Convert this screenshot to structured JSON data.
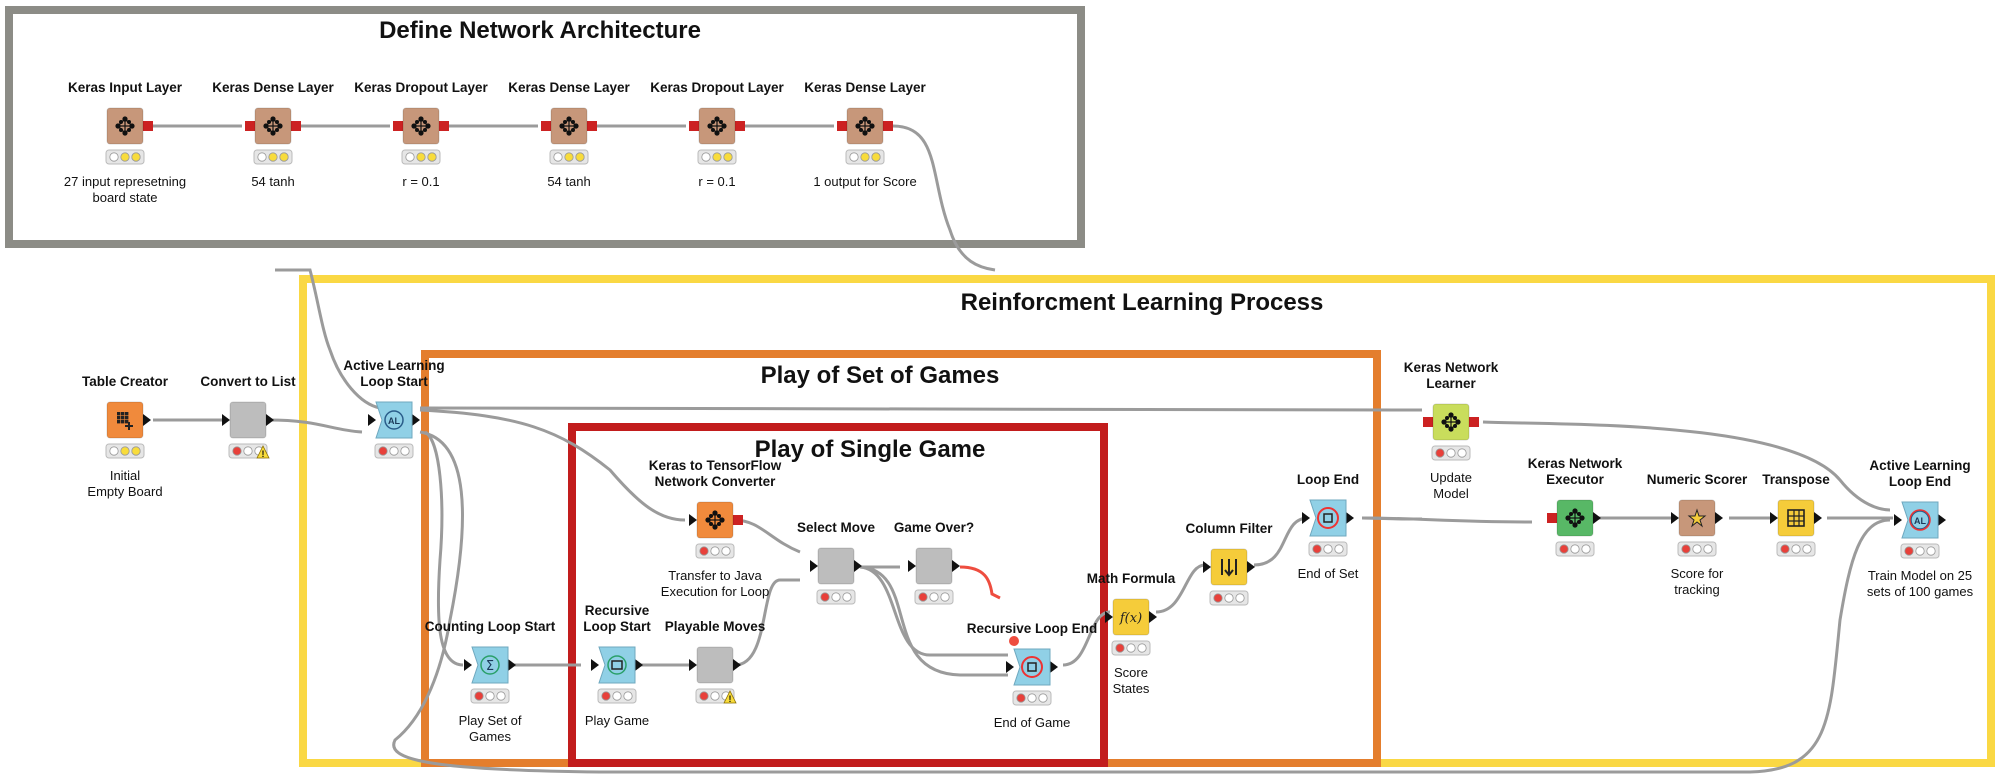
{
  "annotations": {
    "define_network": "Define Network Architecture",
    "rl_process": "Reinforcment Learning Process",
    "play_set": "Play of Set of Games",
    "play_single": "Play of Single Game"
  },
  "colors": {
    "gray_box": "#8c8c86",
    "yellow_box": "#fad844",
    "orange_box": "#e47e2d",
    "red_box": "#c21d1d",
    "connection": "#9b9b9b",
    "active_connection": "#ee4d3f",
    "keras_node": "#c7977a",
    "source_node": "#f08a3c",
    "loop_node": "#90d0e6",
    "manipulator_node": "#f5cc3a",
    "predictor_node": "#58b866",
    "learner_node": "#c9dd5c",
    "meta_node": "#bdbdbd",
    "status_red": "#e8403a",
    "status_yellow": "#f8dc3b"
  },
  "nodes": [
    {
      "id": "keras-input-layer",
      "title": [
        "Keras Input Layer"
      ],
      "label": [
        "27 input represetning",
        "board state"
      ],
      "icon": "keras-network-icon",
      "type": "keras",
      "status": "yellow"
    },
    {
      "id": "keras-dense-layer-1",
      "title": [
        "Keras Dense Layer"
      ],
      "label": [
        "54  tanh"
      ],
      "icon": "keras-network-icon",
      "type": "keras",
      "status": "yellow"
    },
    {
      "id": "keras-dropout-layer-1",
      "title": [
        "Keras Dropout Layer"
      ],
      "label": [
        "r = 0.1"
      ],
      "icon": "keras-network-icon",
      "type": "keras",
      "status": "yellow"
    },
    {
      "id": "keras-dense-layer-2",
      "title": [
        "Keras Dense Layer"
      ],
      "label": [
        "54  tanh"
      ],
      "icon": "keras-network-icon",
      "type": "keras",
      "status": "yellow"
    },
    {
      "id": "keras-dropout-layer-2",
      "title": [
        "Keras Dropout Layer"
      ],
      "label": [
        "r = 0.1"
      ],
      "icon": "keras-network-icon",
      "type": "keras",
      "status": "yellow"
    },
    {
      "id": "keras-dense-layer-3",
      "title": [
        "Keras Dense Layer"
      ],
      "label": [
        "1 output for Score"
      ],
      "icon": "keras-network-icon",
      "type": "keras",
      "status": "yellow"
    },
    {
      "id": "table-creator",
      "title": [
        "Table Creator"
      ],
      "label": [
        "Initial",
        "Empty Board"
      ],
      "icon": "table-plus-icon",
      "type": "source",
      "status": "yellow"
    },
    {
      "id": "convert-to-list",
      "title": [
        "Convert to List"
      ],
      "label": [],
      "icon": "",
      "type": "meta",
      "status": "warning"
    },
    {
      "id": "active-learning-loop-start",
      "title": [
        "Active Learning",
        "Loop Start"
      ],
      "label": [],
      "icon": "al-loop-icon",
      "type": "loop",
      "status": "red"
    },
    {
      "id": "keras-to-tensorflow",
      "title": [
        "Keras to TensorFlow",
        "Network Converter"
      ],
      "label": [
        "Transfer to Java",
        "Execution for Loop"
      ],
      "icon": "keras-network-icon",
      "type": "source",
      "status": "red"
    },
    {
      "id": "select-move",
      "title": [
        "Select Move"
      ],
      "label": [],
      "icon": "",
      "type": "meta",
      "status": "red"
    },
    {
      "id": "game-over",
      "title": [
        "Game Over?"
      ],
      "label": [],
      "icon": "",
      "type": "meta",
      "status": "red"
    },
    {
      "id": "counting-loop-start",
      "title": [
        "Counting Loop Start"
      ],
      "label": [
        "Play Set of",
        "Games"
      ],
      "icon": "sigma-loop-icon",
      "type": "loop",
      "status": "red"
    },
    {
      "id": "recursive-loop-start",
      "title": [
        "Recursive",
        "Loop Start"
      ],
      "label": [
        "Play Game"
      ],
      "icon": "recursive-loop-icon",
      "type": "loop",
      "status": "red"
    },
    {
      "id": "playable-moves",
      "title": [
        "Playable Moves"
      ],
      "label": [],
      "icon": "",
      "type": "meta",
      "status": "warning"
    },
    {
      "id": "recursive-loop-end",
      "title": [
        "Recursive Loop End"
      ],
      "label": [
        "End of Game"
      ],
      "icon": "loop-end-icon",
      "type": "loop",
      "status": "red"
    },
    {
      "id": "math-formula",
      "title": [
        "Math Formula"
      ],
      "label": [
        "Score",
        "States"
      ],
      "icon": "fx-icon",
      "type": "manipulator",
      "status": "red"
    },
    {
      "id": "column-filter",
      "title": [
        "Column Filter"
      ],
      "label": [],
      "icon": "filter-icon",
      "type": "manipulator",
      "status": "red"
    },
    {
      "id": "loop-end",
      "title": [
        "Loop End"
      ],
      "label": [
        "End of Set"
      ],
      "icon": "loop-end-icon",
      "type": "loop",
      "status": "red"
    },
    {
      "id": "keras-network-learner",
      "title": [
        "Keras Network",
        "Learner"
      ],
      "label": [
        "Update",
        "Model"
      ],
      "icon": "keras-network-icon",
      "type": "learner",
      "status": "red"
    },
    {
      "id": "keras-network-executor",
      "title": [
        "Keras Network",
        "Executor"
      ],
      "label": [],
      "icon": "keras-network-icon",
      "type": "predictor",
      "status": "red"
    },
    {
      "id": "numeric-scorer",
      "title": [
        "Numeric Scorer"
      ],
      "label": [
        "Score for",
        "tracking"
      ],
      "icon": "scorer-icon",
      "type": "keras",
      "status": "red"
    },
    {
      "id": "transpose",
      "title": [
        "Transpose"
      ],
      "label": [],
      "icon": "transpose-icon",
      "type": "manipulator",
      "status": "red"
    },
    {
      "id": "active-learning-loop-end",
      "title": [
        "Active Learning",
        "Loop End"
      ],
      "label": [
        "Train Model on 25",
        "sets of 100 games"
      ],
      "icon": "al-loop-end-icon",
      "type": "loop",
      "status": "red"
    }
  ]
}
